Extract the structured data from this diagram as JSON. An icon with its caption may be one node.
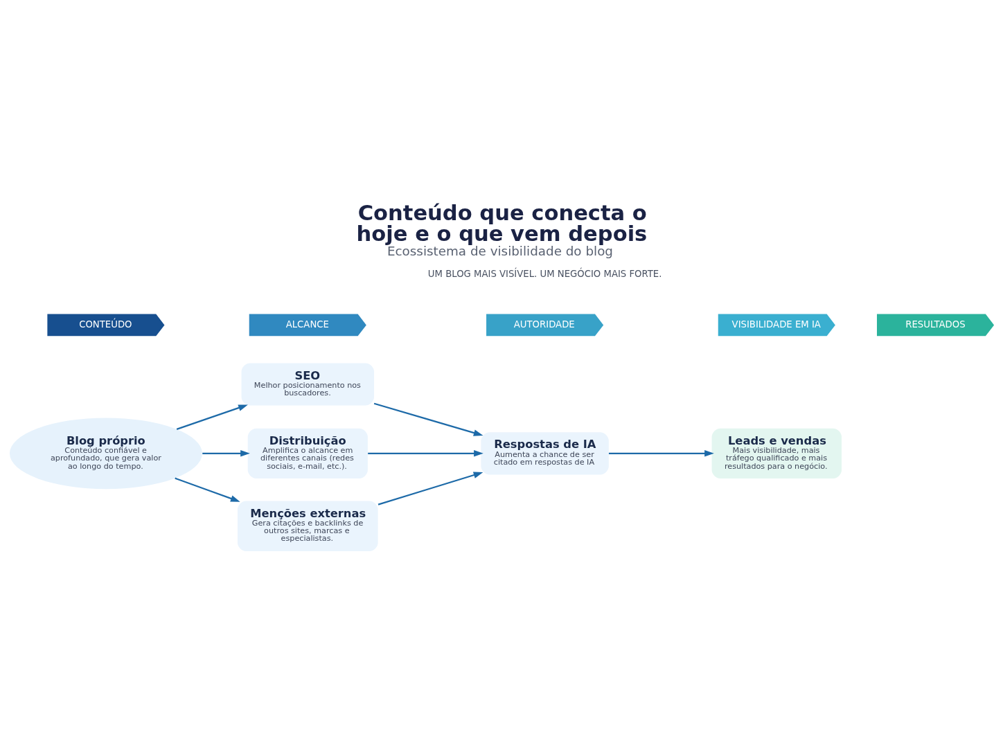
{
  "diagram": {
    "title": "Conteúdo que conecta o hoje e o que vem depois",
    "nodes": [
      {
        "text": [
          "Blog próprio",
          "Conteúdo confiável e aprofundado, que gera valor ao longo do tempo."
        ]
      },
      {
        "text": [
          "SEO",
          "Melhor posicionamento nos buscadores."
        ]
      },
      {
        "text": [
          "Distribuição",
          "Amplifica o alcance em diferentes canais (redes sociais, e-mail, etc.)."
        ]
      },
      {
        "text": [
          "Menções externas",
          "Gera citações e backlinks de outros sites, marcas e especialistas."
        ]
      },
      {
        "text": [
          "Respostas de IA",
          "Aumenta a chance de ser citado em respostas de IA"
        ]
      },
      {
        "text": [
          "Leads e vendas",
          "Mais visibilidade, mais tráfego qualificado e mais resultados para o negócio."
        ]
      },
      {
        "text": [
          "CONTEÚDO"
        ]
      },
      {
        "text": [
          "ALCANCE"
        ]
      },
      {
        "text": [
          "AUTORIDADE"
        ]
      },
      {
        "text": [
          "VISIBILIDADE EM IA"
        ]
      },
      {
        "text": [
          "RESULTADOS"
        ]
      }
    ],
    "edges": [
      {
        "from": 0,
        "to": 1,
        "arrow": "to"
      },
      {
        "from": 0,
        "to": 2,
        "arrow": "to"
      },
      {
        "from": 0,
        "to": 3,
        "arrow": "to"
      },
      {
        "from": 1,
        "to": 4,
        "arrow": "to"
      },
      {
        "from": 2,
        "to": 4,
        "arrow": "to"
      },
      {
        "from": 3,
        "to": 4,
        "arrow": "to"
      },
      {
        "from": 4,
        "to": 5,
        "arrow": "to"
      }
    ],
    "labels": [
      "Ecossistema de visibilidade do blog",
      "UM BLOG MAIS VISÍVEL. UM NEGÓCIO MAIS FORTE."
    ]
  }
}
